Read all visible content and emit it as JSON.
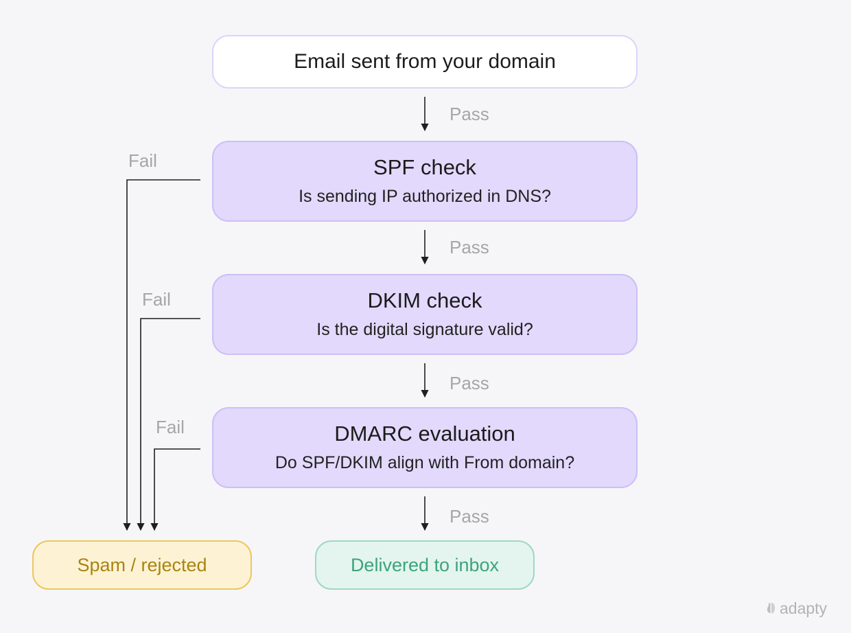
{
  "diagram": {
    "start": {
      "label": "Email sent from your domain"
    },
    "checks": [
      {
        "title": "SPF check",
        "question": "Is sending IP authorized in DNS?"
      },
      {
        "title": "DKIM check",
        "question": "Is the digital signature valid?"
      },
      {
        "title": "DMARC evaluation",
        "question": "Do SPF/DKIM align with From domain?"
      }
    ],
    "outcomes": {
      "spam": "Spam / rejected",
      "inbox": "Delivered to inbox"
    },
    "pass_labels": [
      "Pass",
      "Pass",
      "Pass",
      "Pass"
    ],
    "fail_labels": [
      "Fail",
      "Fail",
      "Fail"
    ],
    "colors": {
      "background": "#f6f6f9",
      "check_fill": "#e2d9fc",
      "check_border": "#cdbff6",
      "start_fill": "#ffffff",
      "start_border": "#ddd3fb",
      "spam_fill": "#fdf3d4",
      "spam_border": "#ecc75c",
      "spam_text": "#a98410",
      "inbox_fill": "#e3f5ee",
      "inbox_border": "#9fd8c1",
      "inbox_text": "#3ca37d",
      "label_text": "#a6a6a6",
      "connector": "#1f1f1f"
    }
  },
  "branding": {
    "logo_text": "adapty",
    "logo_icon": "adapty-logo-icon"
  }
}
